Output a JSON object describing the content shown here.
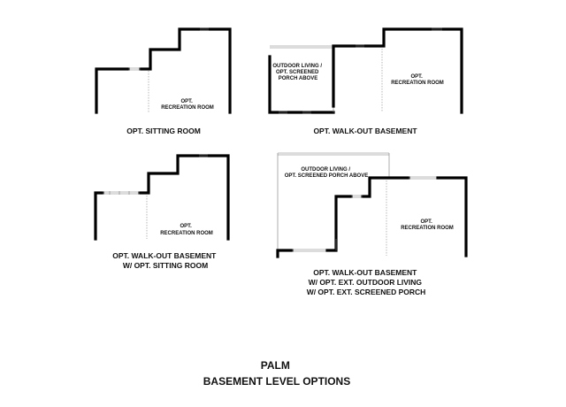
{
  "plans": [
    {
      "caption": [
        "OPT. SITTING ROOM"
      ],
      "rooms": [
        {
          "lines": [
            "OPT.",
            "RECREATION ROOM"
          ]
        }
      ]
    },
    {
      "caption": [
        "OPT. WALK-OUT  BASEMENT"
      ],
      "rooms": [
        {
          "lines": [
            "OUTDOOR LIVING /",
            "OPT. SCREENED",
            "PORCH ABOVE"
          ]
        },
        {
          "lines": [
            "OPT.",
            "RECREATION ROOM"
          ]
        }
      ]
    },
    {
      "caption": [
        "OPT. WALK-OUT  BASEMENT",
        "W/ OPT. SITTING ROOM"
      ],
      "rooms": [
        {
          "lines": [
            "OPT.",
            "RECREATION ROOM"
          ]
        }
      ]
    },
    {
      "caption": [
        "OPT. WALK-OUT  BASEMENT",
        "W/ OPT. EXT. OUTDOOR LIVING",
        "W/ OPT. EXT. SCREENED PORCH"
      ],
      "rooms": [
        {
          "lines": [
            "OUTDOOR LIVING /",
            "OPT. SCREENED PORCH ABOVE"
          ]
        },
        {
          "lines": [
            "OPT.",
            "RECREATION ROOM"
          ]
        }
      ]
    }
  ],
  "title": {
    "line1": "PALM",
    "line2": "BASEMENT LEVEL OPTIONS"
  }
}
